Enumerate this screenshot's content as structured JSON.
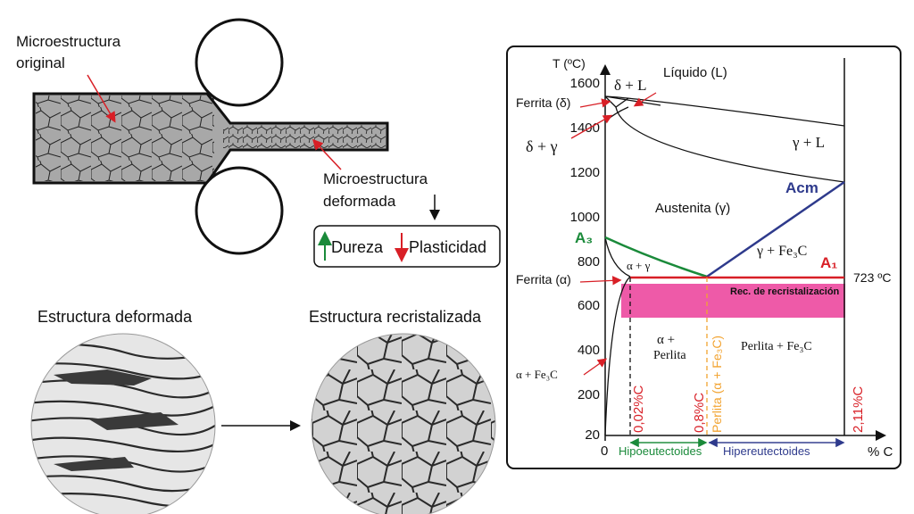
{
  "rolling": {
    "label_original": [
      "Microestructura",
      "original"
    ],
    "label_deformed": [
      "Microestructura",
      "deformada"
    ],
    "hardness": "Dureza",
    "plasticity": "Plasticidad",
    "colors": {
      "up_arrow": "#1a8a3a",
      "down_arrow": "#d81f26",
      "plate": "#a8a8a8"
    }
  },
  "micrographs": {
    "deformed_title": "Estructura deformada",
    "recrystallized_title": "Estructura recristalizada"
  },
  "phase_diagram": {
    "y_label": "T (ºC)",
    "x_label": "% C",
    "y_ticks": [
      1600,
      1400,
      1200,
      1000,
      800,
      600,
      400,
      200,
      20
    ],
    "x_tick_zero": "0",
    "regions": {
      "liquid": "Líquido (L)",
      "delta_L": "δ + L",
      "ferrite_delta": "Ferrita (δ)",
      "delta_gamma": "δ + γ",
      "gamma_L": "γ + L",
      "austenite": "Austenita (γ)",
      "gamma_fe3c": "γ + Fe₃C",
      "alpha_gamma": "α + γ",
      "ferrite_alpha": "Ferrita (α)",
      "alpha_perlite_1": "α +",
      "alpha_perlite_2": "Perlita",
      "perlite_fe3c": "Perlita + Fe₃C",
      "alpha_fe3c": "α + Fe₃C",
      "recrystallization": "Rec. de recristalización"
    },
    "lines": {
      "a3": "A₃",
      "acm": "Acm",
      "a1": "A₁",
      "eutectoid_temp": "723 ºC"
    },
    "compositions": {
      "c002": "0,02%C",
      "c08": "0,8%C",
      "perlite_comp": "Perlita (α + Fe₃C)",
      "c211": "2,11%C"
    },
    "ranges": {
      "hypo": "Hipoeutectoides",
      "hyper": "Hipereutectoides"
    },
    "colors": {
      "a3": "#1a8a3a",
      "acm": "#2e3a8c",
      "a1": "#d81f26",
      "recryst_band": "#ee5aa8",
      "perlite": "#f2a330"
    }
  }
}
